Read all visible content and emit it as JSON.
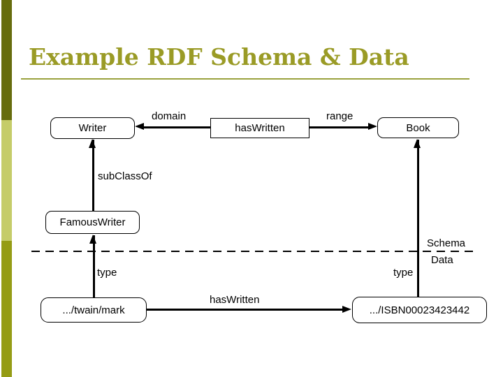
{
  "slide": {
    "title": "Example RDF Schema & Data"
  },
  "colors": {
    "title_text": "#9a9b26",
    "title_underline": "#9aa23e",
    "sidebar_top": "#666c0d",
    "sidebar_middle": "#c5cc69",
    "sidebar_bottom": "#959c14",
    "diagram_lines": "#000000",
    "background": "#ffffff"
  },
  "diagram": {
    "nodes": {
      "writer": "Writer",
      "has_written": "hasWritten",
      "book": "Book",
      "famous_writer": "FamousWriter",
      "twain": ".../twain/mark",
      "isbn": ".../ISBN00023423442"
    },
    "edges": {
      "domain": "domain",
      "range": "range",
      "sub_class_of": "subClassOf",
      "type_left": "type",
      "type_right": "type",
      "has_written_instance": "hasWritten"
    },
    "layers": {
      "schema": "Schema",
      "data": "Data"
    }
  }
}
